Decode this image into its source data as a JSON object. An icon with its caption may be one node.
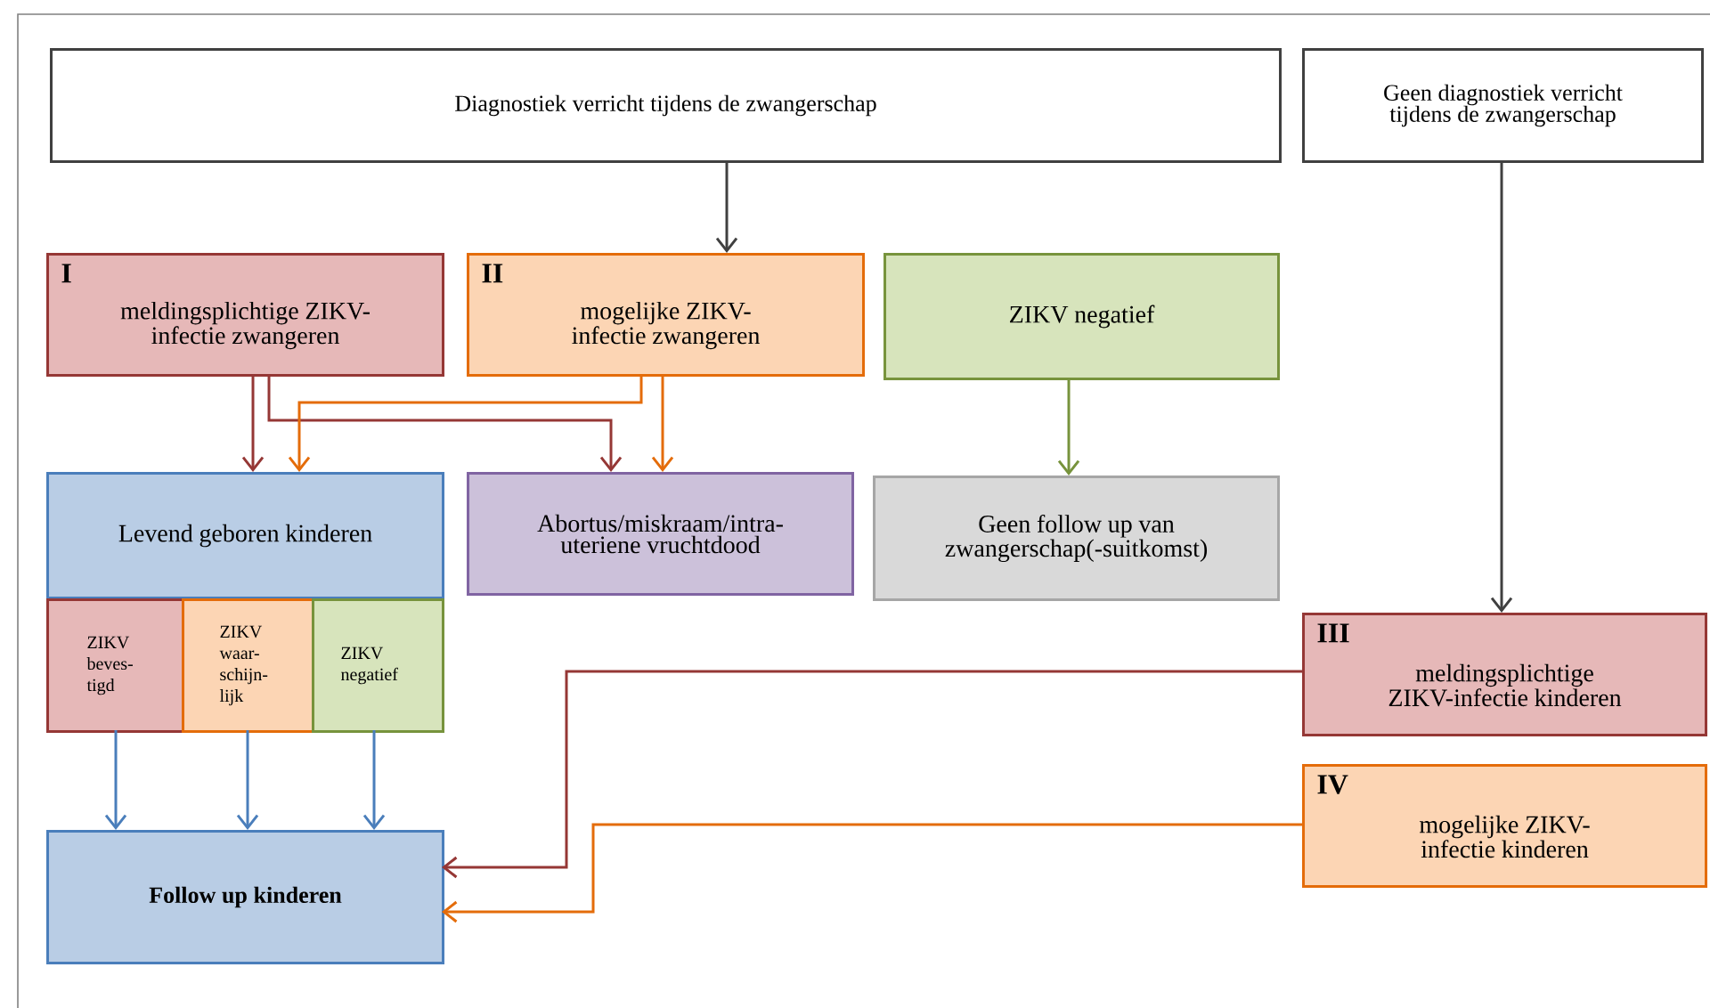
{
  "diagram": {
    "nodes": [
      {
        "text": [
          "Diagnostiek verricht tijdens de zwangerschap"
        ]
      },
      {
        "text": [
          "Geen diagnostiek verricht tijdens de zwangerschap"
        ]
      },
      {
        "text": [
          "I",
          "meldingsplichtige ZIKV-infectie zwangeren"
        ]
      },
      {
        "text": [
          "II",
          "mogelijke ZIKV-infectie zwangeren"
        ]
      },
      {
        "text": [
          "ZIKV negatief"
        ]
      },
      {
        "text": [
          "Levend geboren kinderen"
        ]
      },
      {
        "text": [
          "Abortus/miskraam/intra- uteriene vruchtdood"
        ]
      },
      {
        "text": [
          "Geen follow up van zwangerschap(-suitkomst)"
        ]
      },
      {
        "text": [
          "ZIKV beves- tigd"
        ]
      },
      {
        "text": [
          "ZIKV waar- schijn- lijk"
        ]
      },
      {
        "text": [
          "ZIKV negatief"
        ]
      },
      {
        "text": [
          "Follow up kinderen"
        ]
      },
      {
        "text": [
          "III",
          "meldingsplichtige ZIKV-infectie kinderen"
        ]
      },
      {
        "text": [
          "IV",
          "mogelijke ZIKV-infectie kinderen"
        ]
      }
    ],
    "edges": [
      {
        "from": 0,
        "to": 3,
        "arrow": "to",
        "color": "#404040"
      },
      {
        "from": 1,
        "to": 12,
        "arrow": "to",
        "color": "#404040"
      },
      {
        "from": 2,
        "to": 5,
        "arrow": "to",
        "color": "#953735"
      },
      {
        "from": 2,
        "to": 6,
        "arrow": "to",
        "color": "#953735"
      },
      {
        "from": 3,
        "to": 5,
        "arrow": "to",
        "color": "#e46c0a"
      },
      {
        "from": 3,
        "to": 6,
        "arrow": "to",
        "color": "#e46c0a"
      },
      {
        "from": 4,
        "to": 7,
        "arrow": "to",
        "color": "#77933c"
      },
      {
        "from": 8,
        "to": 11,
        "arrow": "to",
        "color": "#4a7ebb"
      },
      {
        "from": 9,
        "to": 11,
        "arrow": "to",
        "color": "#4a7ebb"
      },
      {
        "from": 10,
        "to": 11,
        "arrow": "to",
        "color": "#4a7ebb"
      },
      {
        "from": 12,
        "to": 11,
        "arrow": "to",
        "color": "#953735"
      },
      {
        "from": 13,
        "to": 11,
        "arrow": "to",
        "color": "#e46c0a"
      }
    ]
  }
}
